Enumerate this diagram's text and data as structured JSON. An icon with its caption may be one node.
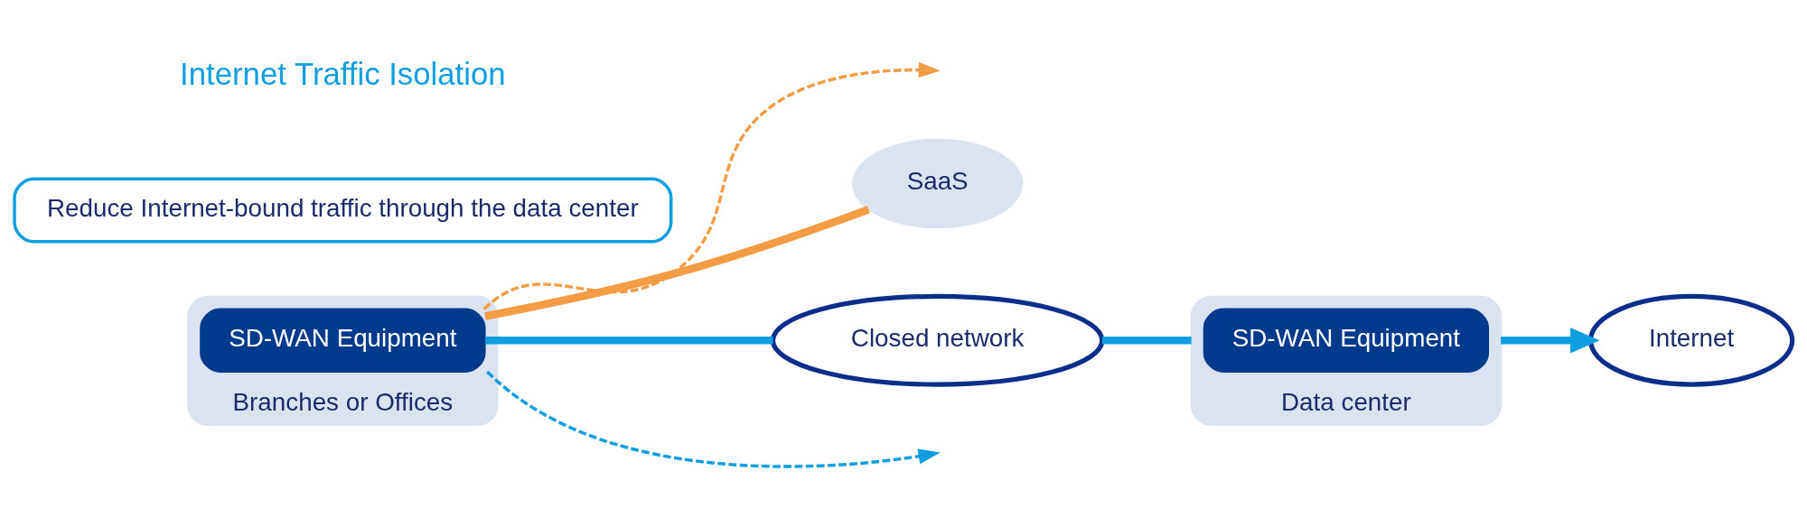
{
  "diagram": {
    "nodes": [
      {
        "text": [
          "Branches or Offices"
        ]
      },
      {
        "text": [
          "SD-WAN Equipment"
        ],
        "in": 0
      },
      {
        "text": [
          "SaaS"
        ]
      },
      {
        "text": [
          "Internet"
        ]
      },
      {
        "text": [
          "Closed network"
        ]
      },
      {
        "text": [
          "Data center"
        ]
      },
      {
        "text": [
          "SD-WAN Equipment"
        ],
        "in": 5
      },
      {
        "text": [
          "Reduce Internet-bound traffic through the data center"
        ]
      }
    ],
    "edges": [
      {
        "from": 1,
        "to": 2,
        "arrow": "none",
        "color": "#f39c45"
      },
      {
        "from": 1,
        "to": null,
        "arrow": "to",
        "style": "dashed",
        "color": "#f39c45"
      },
      {
        "from": 1,
        "to": null,
        "arrow": "to",
        "style": "dashed"
      },
      {
        "from": 1,
        "to": 4,
        "arrow": "none"
      },
      {
        "from": 4,
        "to": 5,
        "arrow": "none"
      },
      {
        "from": 5,
        "to": 3,
        "arrow": "to"
      }
    ],
    "labels": [
      "Internet Traffic Isolation"
    ]
  }
}
